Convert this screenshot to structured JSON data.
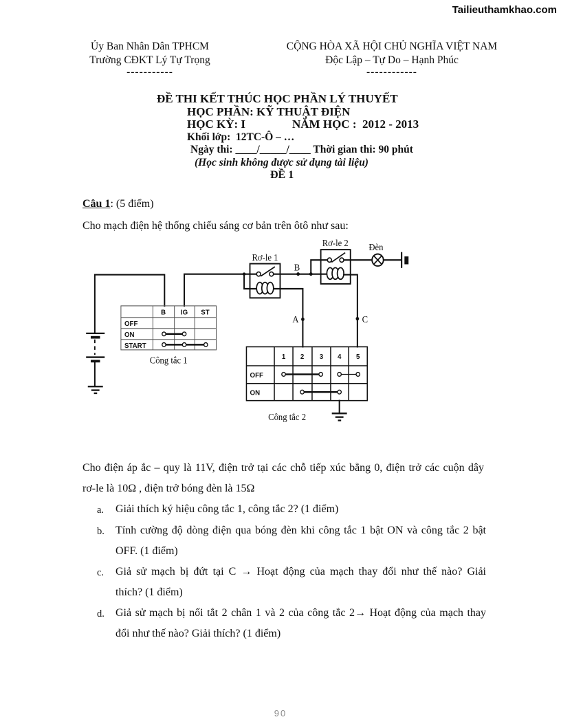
{
  "watermark": "Tailieuthamkhao.com",
  "header": {
    "left": [
      "Ủy Ban Nhân Dân TPHCM",
      "Trường CĐKT Lý Tự Trọng",
      "-----------"
    ],
    "right": [
      "CỘNG HÒA XÃ HỘI CHỦ NGHĨA VIỆT NAM",
      "Độc Lập – Tự Do – Hạnh Phúc",
      "------------"
    ]
  },
  "title": {
    "lines": [
      "ĐỀ THI KẾT THÚC HỌC PHẦN LÝ THUYẾT",
      "HỌC PHẦN: KỸ THUẬT ĐIỆN",
      "HỌC KỲ: I                NĂM HỌC :  2012 - 2013",
      "Khối lớp:  12TC-Ô – …",
      "Ngày thi: ____/_____/____ Thời gian thi: 90 phút",
      "(Học sinh không được sử dụng tài liệu)",
      "ĐỀ 1"
    ]
  },
  "question": {
    "label": "Câu 1",
    "points": ": (5 điểm)",
    "intro": "Cho mạch điện hệ thống chiếu sáng cơ bản trên ôtô như sau:",
    "given_lines": [
      "Cho điện áp ắc – quy là 11V, điện trở tại các chỗ tiếp xúc bằng 0, điện trở các cuộn dây",
      "rơ-le là 10Ω , điện trở bóng đèn là 15Ω"
    ],
    "items": [
      {
        "marker": "a.",
        "lines": [
          "Giải thích ký hiệu công tắc 1, công tắc 2? (1 điểm)"
        ]
      },
      {
        "marker": "b.",
        "lines": [
          "Tính cường độ dòng điện qua bóng đèn khi công tắc 1 bật ON và công tắc 2 bật",
          "OFF. (1 điểm)"
        ]
      },
      {
        "marker": "c.",
        "lines": [
          "Giả sử mạch bị đứt tại C → Hoạt động của mạch thay đổi như thế nào? Giải",
          "thích? (1 điểm)"
        ]
      },
      {
        "marker": "d.",
        "lines": [
          "Giả sử mạch bị nối tắt 2 chân 1 và 2 của công tắc 2→ Hoạt động của mạch thay",
          "đổi như thế nào? Giải thích? (1 điểm)"
        ]
      }
    ]
  },
  "diagram": {
    "relay1_label": "Rơ-le 1",
    "relay2_label": "Rơ-le 2",
    "lamp_label": "Đèn",
    "node_a": "A",
    "node_b": "B",
    "node_c": "C",
    "switch1": {
      "caption": "Công tắc 1",
      "cols": [
        "B",
        "IG",
        "ST"
      ],
      "rows": [
        "OFF",
        "ON",
        "START"
      ]
    },
    "switch2": {
      "caption": "Công tắc 2",
      "cols": [
        "1",
        "2",
        "3",
        "4",
        "5"
      ],
      "rows": [
        "OFF",
        "ON"
      ]
    }
  },
  "page_number": "90"
}
